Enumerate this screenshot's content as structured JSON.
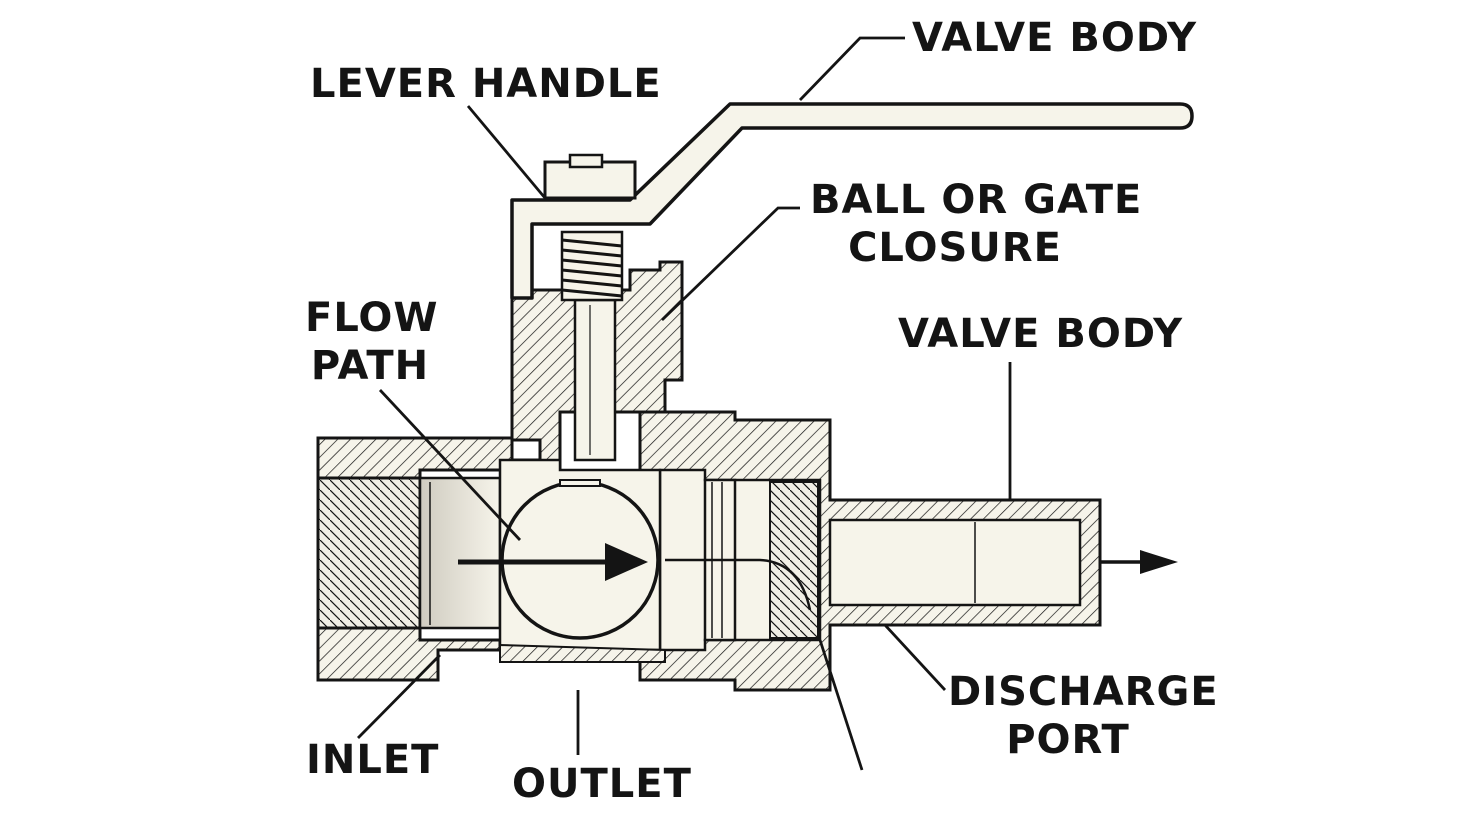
{
  "labels": {
    "valve_body_top": "VALVE BODY",
    "lever_handle": "LEVER HANDLE",
    "ball_gate": "BALL OR GATE\nCLOSURE",
    "flow_path": "FLOW\nPATH",
    "valve_body_right": "VALVE BODY",
    "discharge_port": "DISCHARGE\nPORT",
    "inlet": "INLET",
    "outlet": "OUTLET"
  },
  "colors": {
    "ink": "#141414",
    "fill": "#f6f4ea",
    "shade": "#d9d6cc",
    "background": "#ffffff"
  }
}
